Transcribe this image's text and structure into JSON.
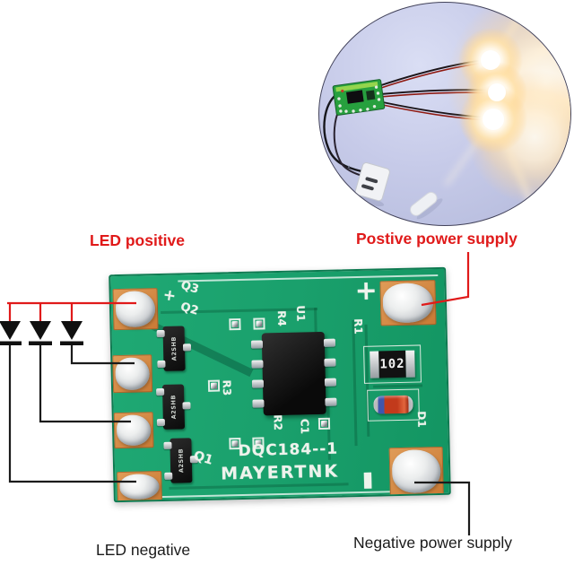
{
  "labels": {
    "led_positive": "LED positive",
    "positive_supply": "Postive power supply",
    "led_negative": "LED negative",
    "negative_supply": "Negative power supply"
  },
  "pcb": {
    "silkscreen": {
      "plus_small": "+",
      "q3": "Q3",
      "q2": "Q2",
      "q1": "Q1",
      "u1": "U1",
      "r4": "R4",
      "r1": "R1",
      "r3": "R3",
      "r2": "R2",
      "c1": "C1",
      "d1": "D1",
      "plus_big": "+",
      "minus_big": "-",
      "model": "DQC184--1",
      "brand": "MAYERTNK"
    },
    "markings": {
      "transistor": "A2SHB",
      "resistor": "102"
    }
  },
  "icons": {
    "led_symbol": "diode-triangle-symbol",
    "inset_photo": "lit-leds-demo-photo"
  },
  "colors": {
    "annotation_red": "#e01a1a",
    "annotation_black": "#1b1b1b",
    "board_green": "#1aa06c",
    "copper": "#c97a35",
    "silkscreen_white": "#eef3ec",
    "inset_background": "#c7cbe9"
  }
}
